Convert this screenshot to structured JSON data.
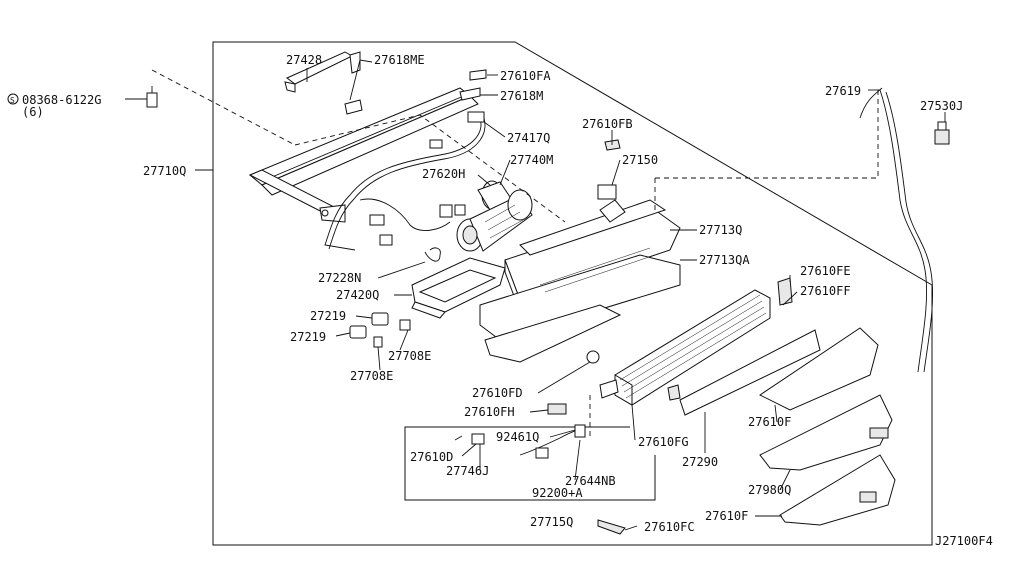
{
  "diagram_id": "J27100F4",
  "group_label": "27710Q",
  "screw": {
    "part": "08368-6122G",
    "qty": "(6)"
  },
  "labels": {
    "p27428": "27428",
    "p27618ME": "27618ME",
    "p27610FA": "27610FA",
    "p27618M": "27618M",
    "p27417Q": "27417Q",
    "p27610FB": "27610FB",
    "p27740M": "27740M",
    "p27150": "27150",
    "p27620H": "27620H",
    "p27713Q": "27713Q",
    "p27713QA": "27713QA",
    "p27228N": "27228N",
    "p27420Q": "27420Q",
    "p27219a": "27219",
    "p27219b": "27219",
    "p27708E_a": "27708E",
    "p27708E_b": "27708E",
    "p27610FE": "27610FE",
    "p27610FF": "27610FF",
    "p27610FD": "27610FD",
    "p27610FH": "27610FH",
    "p92461Q": "92461Q",
    "p27610D": "27610D",
    "p27746J": "27746J",
    "p27644NB": "27644NB",
    "p92200A": "92200+A",
    "p27715Q": "27715Q",
    "p27610FG": "27610FG",
    "p27290": "27290",
    "p27610F_a": "27610F",
    "p27980Q": "27980Q",
    "p27610F_b": "27610F",
    "p27610FC": "27610FC",
    "p27619": "27619",
    "p27530J": "27530J"
  }
}
